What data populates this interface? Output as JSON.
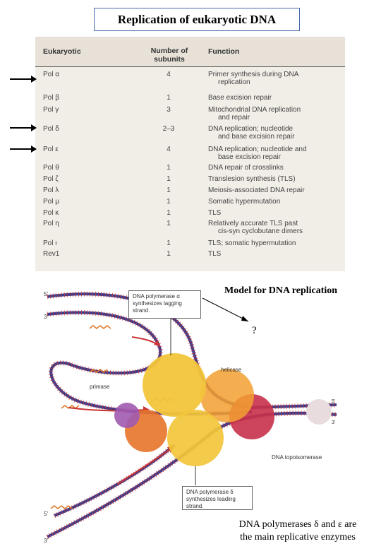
{
  "title": "Replication of eukaryotic DNA",
  "table": {
    "headers": {
      "col1": "Eukaryotic",
      "col2_line1": "Number of",
      "col2_line2": "subunits",
      "col3": "Function"
    },
    "rows": [
      {
        "name": "Pol α",
        "subunits": "4",
        "function": "Primer synthesis during DNA",
        "function2": "replication"
      },
      {
        "name": "Pol β",
        "subunits": "1",
        "function": "Base excision repair",
        "function2": ""
      },
      {
        "name": "Pol γ",
        "subunits": "3",
        "function": "Mitochondrial DNA replication",
        "function2": "and repair"
      },
      {
        "name": "Pol δ",
        "subunits": "2–3",
        "function": "DNA replication; nucleotide",
        "function2": "and base excision repair"
      },
      {
        "name": "Pol ε",
        "subunits": "4",
        "function": "DNA replication; nucleotide and",
        "function2": "base excision repair"
      },
      {
        "name": "Pol θ",
        "subunits": "1",
        "function": "DNA repair of crosslinks",
        "function2": ""
      },
      {
        "name": "Pol ζ",
        "subunits": "1",
        "function": "Translesion synthesis (TLS)",
        "function2": ""
      },
      {
        "name": "Pol λ",
        "subunits": "1",
        "function": "Meiosis-associated DNA repair",
        "function2": ""
      },
      {
        "name": "Pol μ",
        "subunits": "1",
        "function": "Somatic hypermutation",
        "function2": ""
      },
      {
        "name": "Pol κ",
        "subunits": "1",
        "function": "TLS",
        "function2": ""
      },
      {
        "name": "Pol η",
        "subunits": "1",
        "function": "Relatively accurate TLS past",
        "function2": "cis-syn cyclobutane dimers"
      },
      {
        "name": "Pol ι",
        "subunits": "1",
        "function": "TLS; somatic hypermutation",
        "function2": ""
      },
      {
        "name": "Rev1",
        "subunits": "1",
        "function": "TLS",
        "function2": ""
      }
    ]
  },
  "diagram": {
    "model_title": "Model for DNA replication",
    "question": "?",
    "callout_lagging": [
      "DNA polymerase α",
      "synthesizes lagging",
      "strand."
    ],
    "callout_leading": [
      "DNA polymerase δ",
      "synthesizes leading",
      "strand."
    ],
    "helicase": "helicase",
    "primase": "primase",
    "topoisomerase": "DNA topoisomerase",
    "end_5_top": "5'",
    "end_3_top": "3'",
    "end_5_bottom": "5'",
    "end_3_bottom": "3'",
    "end_right_5": "5'",
    "end_right_3": "3'"
  },
  "caption": {
    "line1": "DNA polymerases δ and ε are",
    "line2": "the main replicative enzymes"
  },
  "colors": {
    "backbone": "#3b3d8c",
    "rungs": "#c33",
    "primer": "#e07a2a",
    "helicase_yellow": "#f2c53a",
    "polymerase_orange": "#e8742a",
    "topo_red": "#c8314a",
    "primase_purple": "#a05ab0"
  }
}
